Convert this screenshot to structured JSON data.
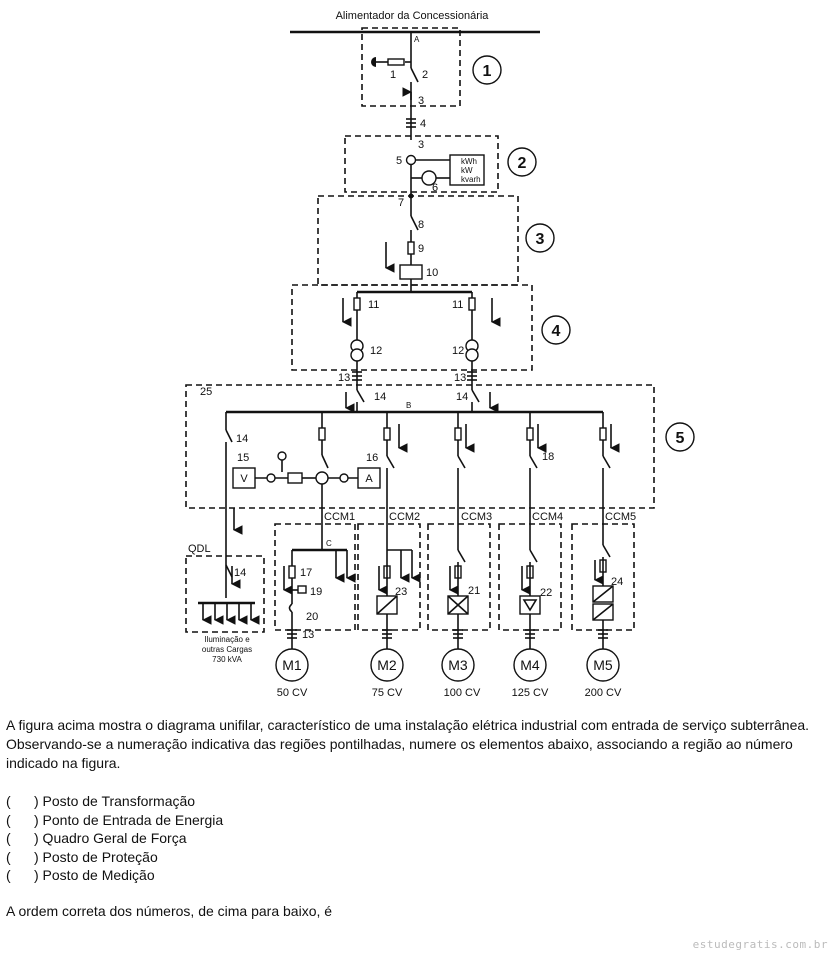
{
  "diagram": {
    "feeder_label": "Alimentador da Concessionária",
    "regions": [
      "1",
      "2",
      "3",
      "4",
      "5"
    ],
    "point_labels": {
      "A": "A",
      "B": "B",
      "C": "C"
    },
    "element_numbers": {
      "n1": "1",
      "n2": "2",
      "n3a": "3",
      "n4": "4",
      "n3b": "3",
      "n5": "5",
      "n6": "6",
      "n7": "7",
      "n8": "8",
      "n9": "9",
      "n10": "10",
      "n11a": "11",
      "n11b": "11",
      "n12a": "12",
      "n12b": "12",
      "n13a": "13",
      "n13b": "13",
      "n14a": "14",
      "n14b": "14",
      "n25": "25",
      "n14c": "14",
      "n15": "15",
      "n16": "16",
      "n18": "18",
      "n14d": "14",
      "n17": "17",
      "n19": "19",
      "n20": "20",
      "n13c": "13",
      "n23": "23",
      "n21": "21",
      "n22": "22",
      "n24": "24"
    },
    "meter_labels": [
      "kWh",
      "kW",
      "kvarh"
    ],
    "instrument_v": "V",
    "instrument_a": "A",
    "qdl_label": "QDL",
    "lighting_label": [
      "Iluminação e",
      "outras Cargas",
      "730 kVA"
    ],
    "ccm": [
      "CCM1",
      "CCM2",
      "CCM3",
      "CCM4",
      "CCM5"
    ],
    "motors": [
      {
        "name": "M1",
        "power": "50 CV"
      },
      {
        "name": "M2",
        "power": "75 CV"
      },
      {
        "name": "M3",
        "power": "100 CV"
      },
      {
        "name": "M4",
        "power": "125 CV"
      },
      {
        "name": "M5",
        "power": "200 CV"
      }
    ]
  },
  "question": {
    "text": "A figura acima mostra o diagrama unifilar, característico de uma instalação elétrica industrial com entrada de serviço subterrânea. Observando-se a numeração indicativa das regiões pontilhadas, numere os elementos abaixo, associando a região ao número indicado na figura.",
    "options": [
      "(      ) Posto de Transformação",
      "(      ) Ponto de Entrada de Energia",
      "(      ) Quadro Geral de Força",
      "(      ) Posto de Proteção",
      "(      ) Posto de Medição"
    ],
    "prompt": "A ordem correta dos números, de cima para baixo, é"
  },
  "watermark": "estudegratis.com.br"
}
